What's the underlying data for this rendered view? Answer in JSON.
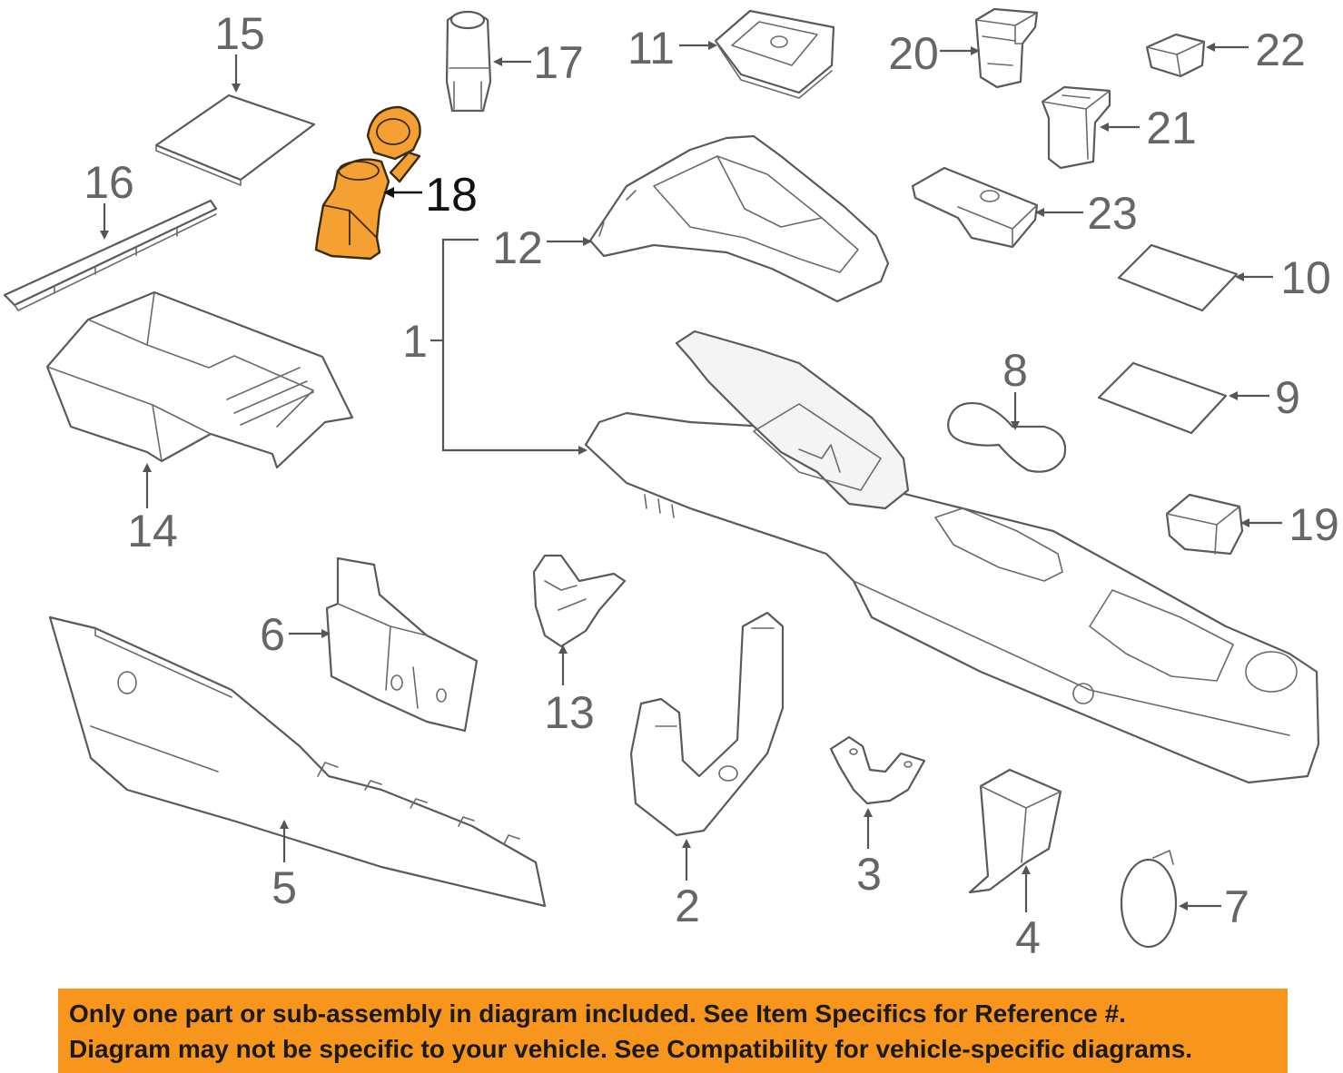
{
  "diagram": {
    "callouts": {
      "c1": "1",
      "c2": "2",
      "c3": "3",
      "c4": "4",
      "c5": "5",
      "c6": "6",
      "c7": "7",
      "c8": "8",
      "c9": "9",
      "c10": "10",
      "c11": "11",
      "c12": "12",
      "c13": "13",
      "c14": "14",
      "c15": "15",
      "c16": "16",
      "c17": "17",
      "c18": "18",
      "c19": "19",
      "c20": "20",
      "c21": "21",
      "c22": "22",
      "c23": "23"
    },
    "highlighted_part": "18",
    "colors": {
      "highlight": "#f5a033",
      "line_art": "#5a5a5a",
      "banner": "#f7951d"
    }
  },
  "disclaimer": {
    "line1": "Only one part or sub-assembly in diagram included. See Item Specifics for Reference #.",
    "line2": "Diagram may not be specific to your vehicle. See Compatibility for vehicle-specific diagrams."
  }
}
